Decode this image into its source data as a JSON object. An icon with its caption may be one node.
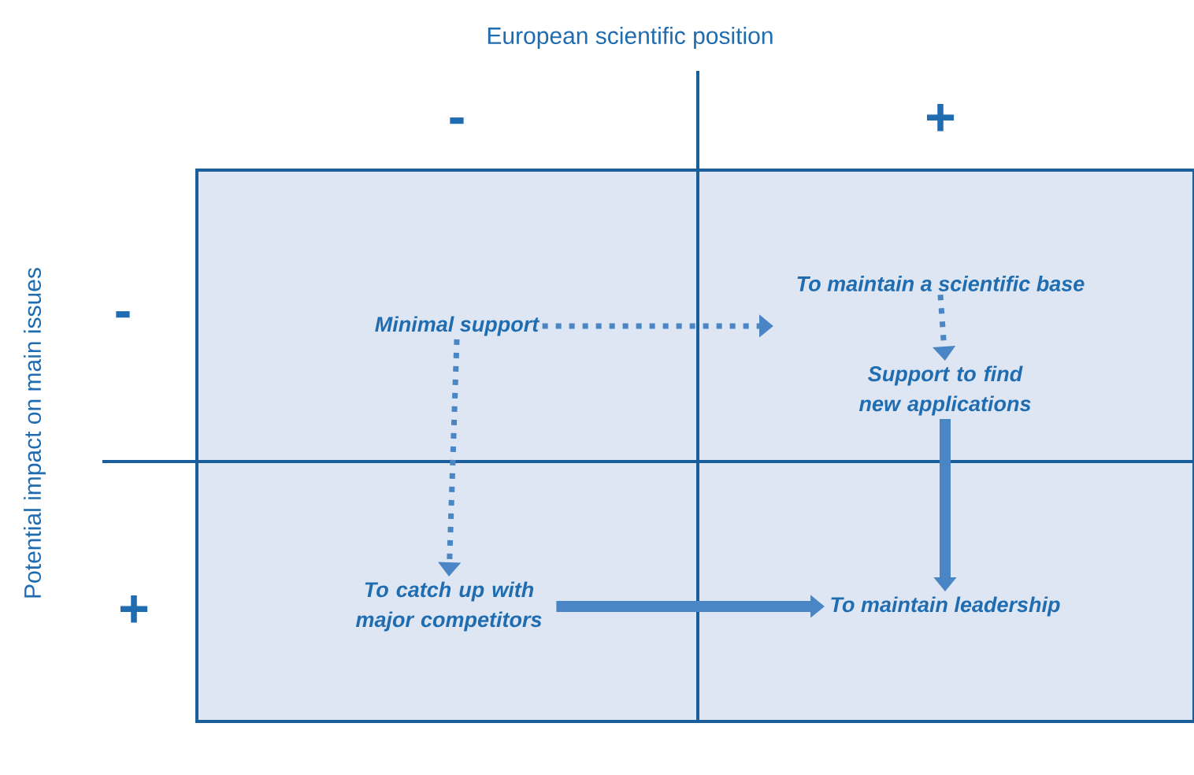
{
  "diagram": {
    "title": "European scientific position",
    "nodes": [
      {
        "text": [
          "Minimal support"
        ]
      },
      {
        "text": [
          "To maintain a scientific base"
        ]
      },
      {
        "text": [
          "Support to find new applications"
        ]
      },
      {
        "text": [
          "To catch up with major competitors"
        ]
      },
      {
        "text": [
          "To maintain leadership"
        ]
      }
    ],
    "edges": [
      {
        "from": 0,
        "to": null,
        "arrow": "to",
        "style": "dashed"
      },
      {
        "from": 1,
        "to": 2,
        "arrow": "to",
        "style": "dashed"
      },
      {
        "from": 0,
        "to": 3,
        "arrow": "to",
        "style": "dashed"
      },
      {
        "from": 2,
        "to": 4,
        "arrow": "to",
        "style": "thick"
      },
      {
        "from": 3,
        "to": 4,
        "arrow": "to",
        "style": "thick"
      }
    ],
    "labels": [
      "Potential impact on main issues",
      "-",
      "+",
      "-",
      "+"
    ]
  }
}
